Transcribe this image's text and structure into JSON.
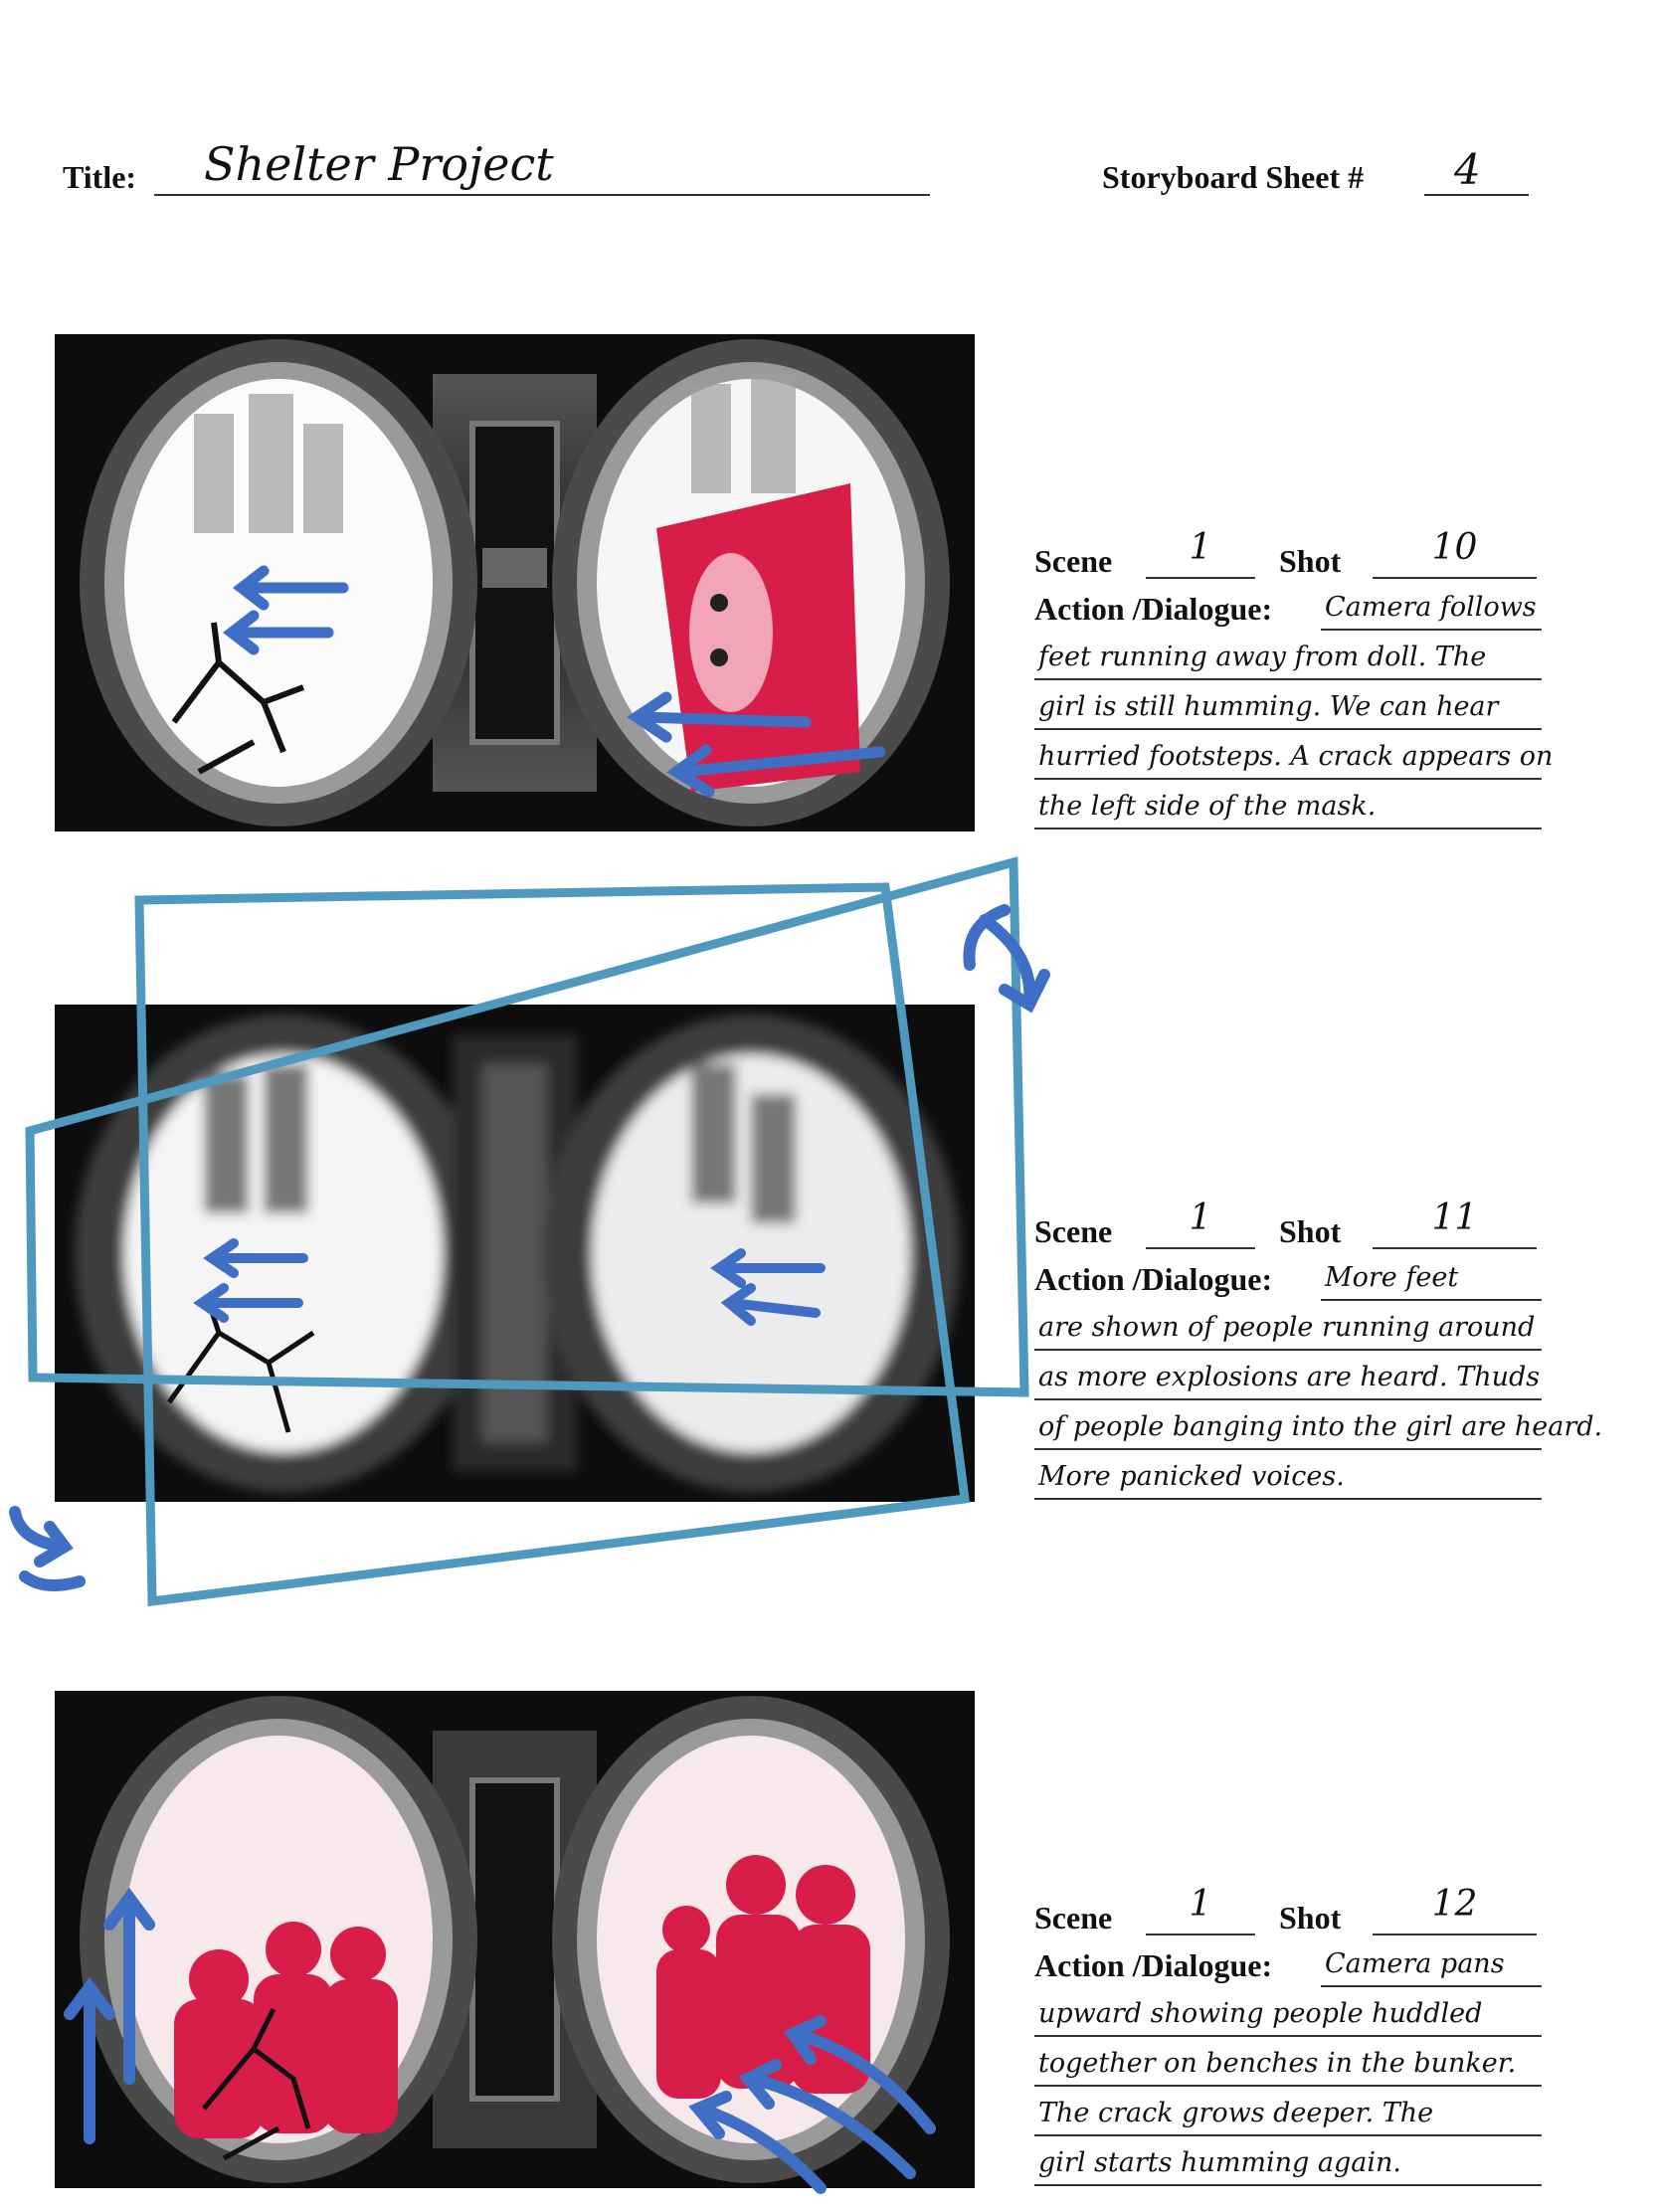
{
  "header": {
    "title_label": "Title:",
    "title_value": "Shelter Project",
    "sheet_label": "Storyboard Sheet #",
    "sheet_value": "4"
  },
  "labels": {
    "scene": "Scene",
    "shot": "Shot",
    "action_dialogue": "Action /Dialogue:"
  },
  "panels": [
    {
      "scene": "1",
      "shot": "10",
      "action_lines": [
        "Camera follows",
        "feet running away from doll. The",
        "girl is still humming. We can hear",
        "hurried footsteps. A crack appears on",
        "the left side of the mask."
      ]
    },
    {
      "scene": "1",
      "shot": "11",
      "action_lines": [
        "More feet",
        "are shown of people running around",
        "as more explosions are heard. Thuds",
        "of people banging into the girl are heard.",
        "More panicked voices."
      ]
    },
    {
      "scene": "1",
      "shot": "12",
      "action_lines": [
        "Camera pans",
        "upward showing people huddled",
        "together on benches in the bunker.",
        "The crack grows deeper. The",
        "girl starts humming again."
      ]
    }
  ],
  "colors": {
    "arrow_blue": "#3f6fc4",
    "frame_blue": "#4f98be",
    "accent_red": "#d81d48"
  }
}
